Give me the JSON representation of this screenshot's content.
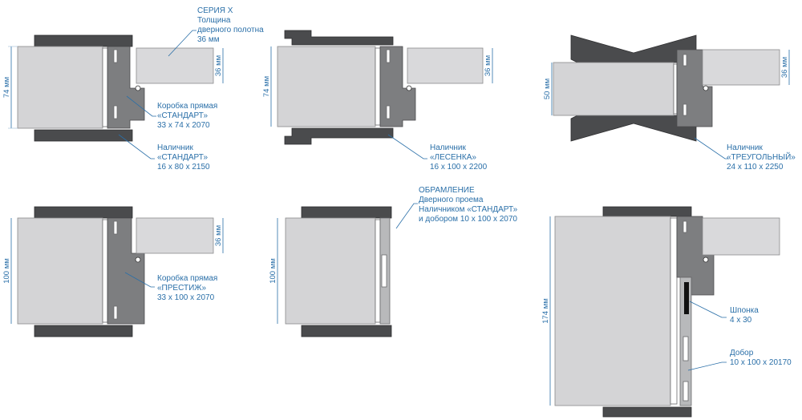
{
  "callouts": {
    "series": [
      "СЕРИЯ Х",
      "Толщина",
      "дверного полотна",
      "36 мм"
    ],
    "box_standard": [
      "Коробка прямая",
      "«СТАНДАРТ»",
      "33 х 74 х 2070"
    ],
    "trim_standard": [
      "Наличник",
      "«СТАНДАРТ»",
      "16 х 80 х 2150"
    ],
    "trim_ladder": [
      "Наличник",
      "«ЛЕСЕНКА»",
      "16 х 100 х 2200"
    ],
    "trim_triangle": [
      "Наличник",
      "«ТРЕУГОЛЬНЫЙ»",
      "24 х 110 х 2250"
    ],
    "box_prestige": [
      "Коробка прямая",
      "«ПРЕСТИЖ»",
      "33 х 100 х 2070"
    ],
    "framing": [
      "ОБРАМЛЕНИЕ",
      "Дверного проема",
      "Наличником «СТАНДАРТ»",
      "и добором 10 х 100 х 2070"
    ],
    "tongue": [
      "Шпонка",
      "4 х 30"
    ],
    "dobor": [
      "Добор",
      "10 х 100 х 20170"
    ]
  },
  "dimensions": {
    "d74a": "74 мм",
    "d36a": "36 мм",
    "d74b": "74 мм",
    "d36b": "36 мм",
    "d50": "50 мм",
    "d36c": "36 мм",
    "d100a": "100 мм",
    "d36d": "36 мм",
    "d100b": "100 мм",
    "d174": "174 мм"
  },
  "colors": {
    "accent": "#2a6fa8",
    "wall": "#d4d4d6",
    "frame": "#7d7e80",
    "trim": "#4a4b4d"
  }
}
